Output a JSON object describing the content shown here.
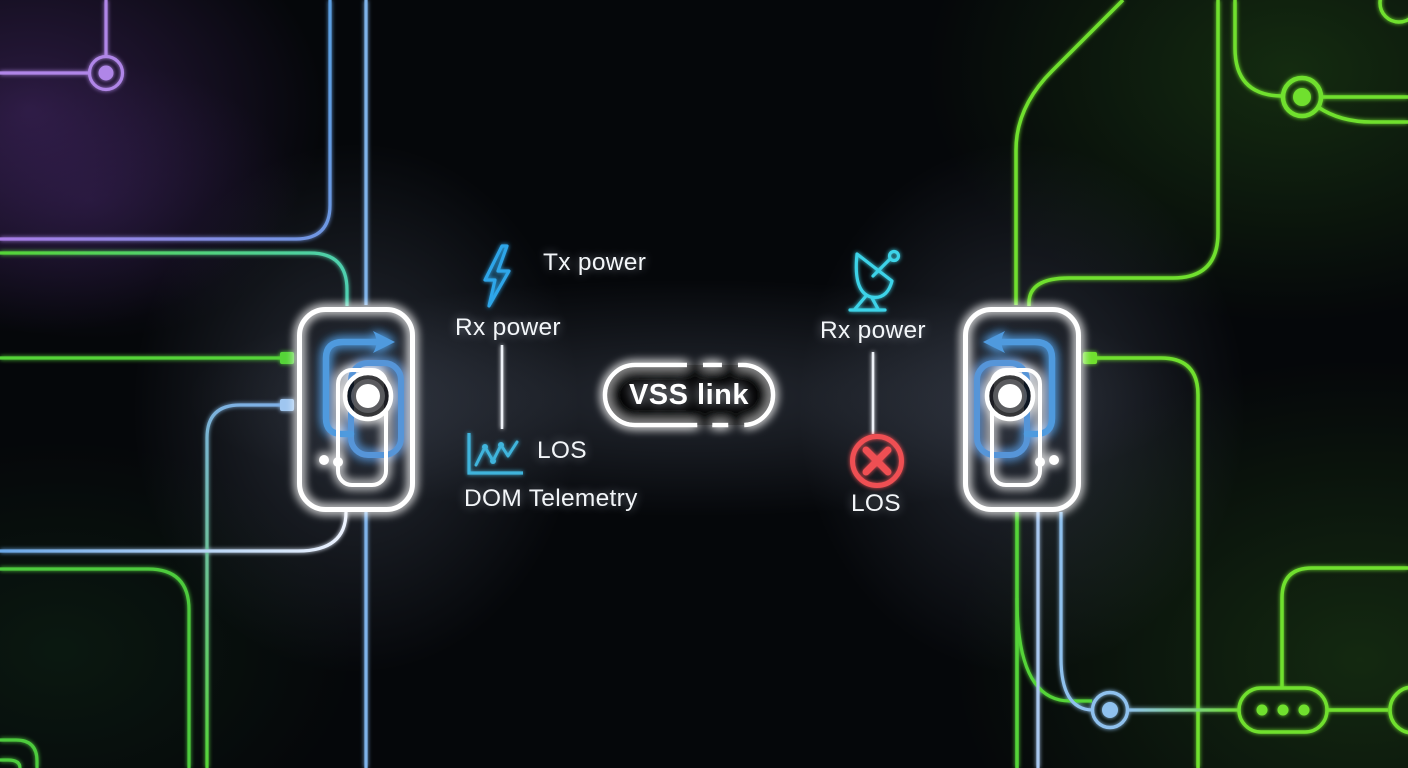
{
  "diagram": {
    "link_label": "VSS link",
    "left_transceiver": {
      "name": "left optical transceiver module",
      "labels": {
        "tx_power": "Tx power",
        "rx_power": "Rx power",
        "los": "LOS",
        "dom_telemetry": "DOM Telemetry"
      },
      "icons": [
        "lightning-bolt-icon",
        "line-chart-icon"
      ]
    },
    "right_transceiver": {
      "name": "right optical transceiver module",
      "labels": {
        "rx_power": "Rx power",
        "los": "LOS"
      },
      "icons": [
        "satellite-dish-icon",
        "error-x-icon"
      ]
    },
    "colors": {
      "background": "#05070a",
      "trace_green": "#54d439",
      "trace_green_bright": "#70e02f",
      "trace_teal": "#4fd0b0",
      "trace_blue": "#74abe8",
      "trace_blue_pale": "#a9c7ee",
      "trace_purple": "#b086e8",
      "icon_blue": "#2ea6e9",
      "icon_cyan": "#3cd3e8",
      "error_red": "#ef4f53",
      "link_white": "#ffffff"
    }
  }
}
